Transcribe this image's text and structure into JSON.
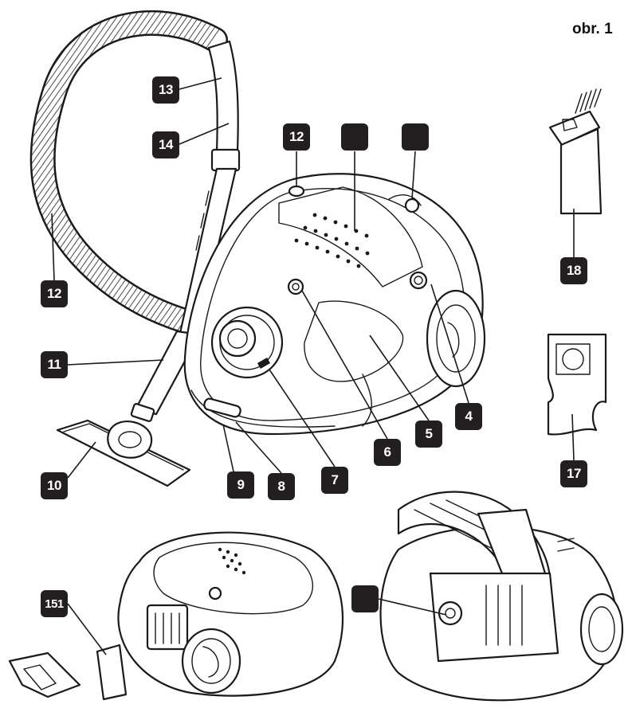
{
  "figure": {
    "title": "obr. 1"
  },
  "callouts": [
    {
      "id": "c13",
      "label": "13"
    },
    {
      "id": "c14",
      "label": "14"
    },
    {
      "id": "c12a",
      "label": "12"
    },
    {
      "id": "c12b",
      "label": "12"
    },
    {
      "id": "c11",
      "label": "11"
    },
    {
      "id": "c10",
      "label": "10"
    },
    {
      "id": "c9",
      "label": "9"
    },
    {
      "id": "c8",
      "label": "8"
    },
    {
      "id": "c7",
      "label": "7"
    },
    {
      "id": "c6",
      "label": "6"
    },
    {
      "id": "c5",
      "label": "5"
    },
    {
      "id": "c4",
      "label": "4"
    },
    {
      "id": "c18",
      "label": "18"
    },
    {
      "id": "c17",
      "label": "17"
    },
    {
      "id": "c151",
      "label": "151"
    },
    {
      "id": "blank1",
      "label": ""
    },
    {
      "id": "blank2",
      "label": ""
    },
    {
      "id": "blank3",
      "label": ""
    }
  ]
}
